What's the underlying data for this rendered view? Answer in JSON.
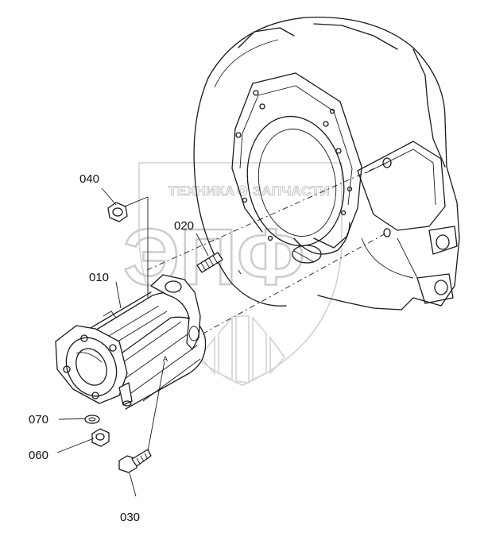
{
  "watermark": {
    "left_word": "ТЕХНИКА",
    "right_word": "ЗАПЧАСТИ",
    "monogram": "ЭПФ"
  },
  "callouts": [
    {
      "id": "040",
      "label": "040"
    },
    {
      "id": "020",
      "label": "020"
    },
    {
      "id": "010",
      "label": "010"
    },
    {
      "id": "070",
      "label": "070"
    },
    {
      "id": "060",
      "label": "060"
    },
    {
      "id": "030",
      "label": "030"
    }
  ],
  "annotations": {
    "mark_a": "A"
  }
}
